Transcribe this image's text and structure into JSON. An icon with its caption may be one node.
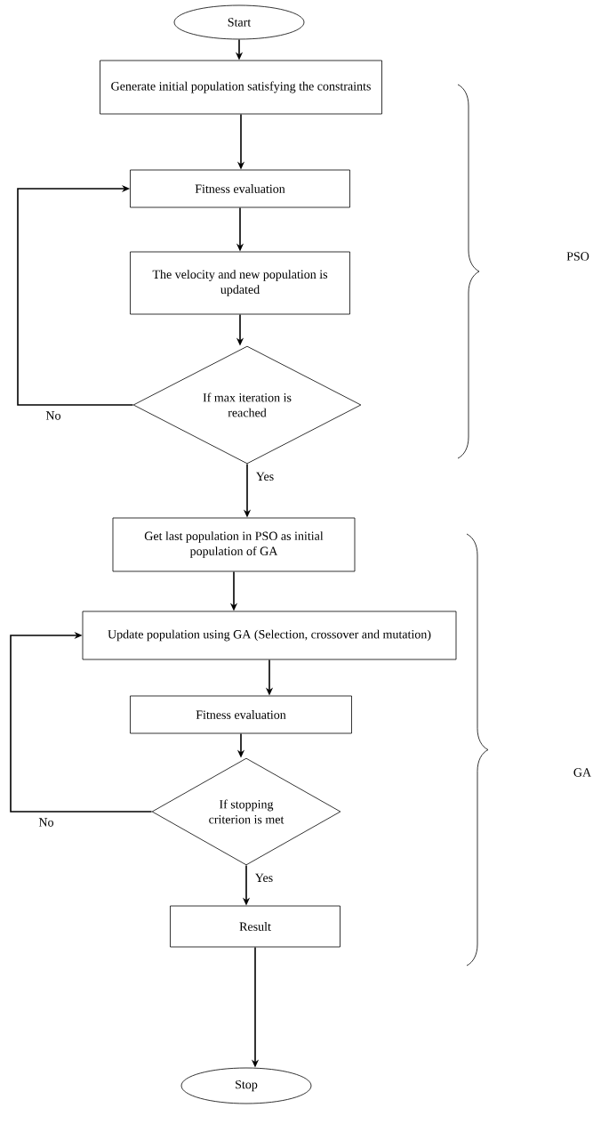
{
  "diagram": {
    "nodes": [
      {
        "text": [
          "Start"
        ]
      },
      {
        "text": [
          "Generate initial population satisfying the constraints"
        ]
      },
      {
        "text": [
          "Fitness evaluation"
        ]
      },
      {
        "text": [
          "The velocity and new population is updated"
        ]
      },
      {
        "text": [
          "If max iteration is reached"
        ]
      },
      {
        "text": [
          "Get last population in PSO as initial population of GA"
        ]
      },
      {
        "text": [
          "Update population using GA (Selection, crossover and mutation)"
        ]
      },
      {
        "text": [
          "Fitness evaluation"
        ]
      },
      {
        "text": [
          "If stopping criterion is met"
        ]
      },
      {
        "text": [
          "Result"
        ]
      },
      {
        "text": [
          "Stop"
        ]
      }
    ],
    "edges": [
      {
        "from": 0,
        "to": 1,
        "arrow": "to"
      },
      {
        "from": 1,
        "to": 2,
        "arrow": "to"
      },
      {
        "from": 2,
        "to": 3,
        "arrow": "to"
      },
      {
        "from": 3,
        "to": 4,
        "arrow": "to"
      },
      {
        "from": 4,
        "to": 2,
        "arrow": "to",
        "label": "No"
      },
      {
        "from": 4,
        "to": 5,
        "arrow": "to",
        "label": "Yes"
      },
      {
        "from": 5,
        "to": 6,
        "arrow": "to"
      },
      {
        "from": 6,
        "to": 7,
        "arrow": "to"
      },
      {
        "from": 7,
        "to": 8,
        "arrow": "to"
      },
      {
        "from": 8,
        "to": 6,
        "arrow": "to",
        "label": "No"
      },
      {
        "from": 8,
        "to": 9,
        "arrow": "to",
        "label": "Yes"
      },
      {
        "from": 9,
        "to": 10,
        "arrow": "to"
      }
    ],
    "labels": [
      "PSO",
      "GA"
    ]
  }
}
